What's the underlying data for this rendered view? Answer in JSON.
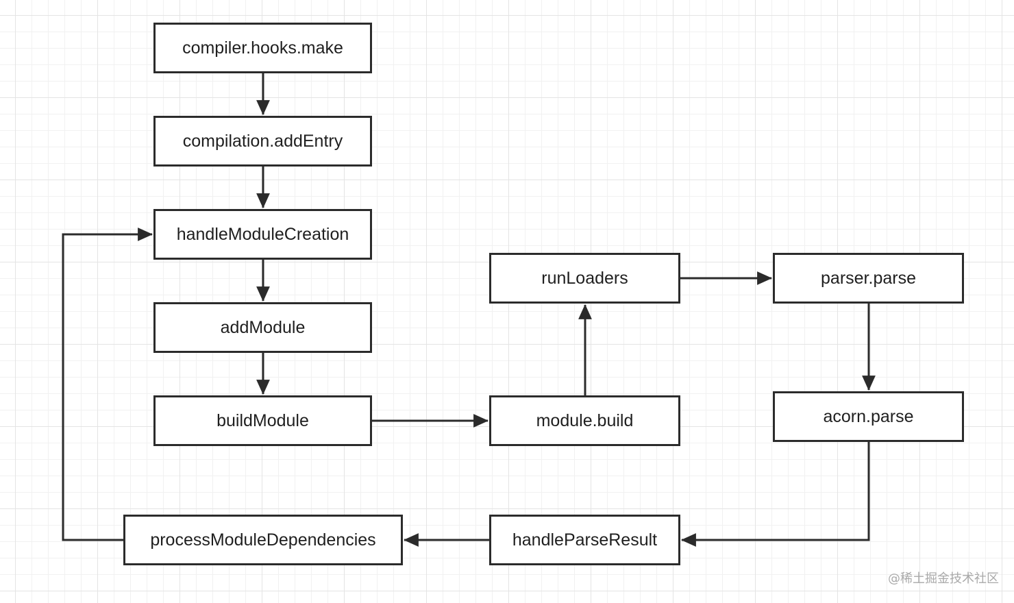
{
  "nodes": {
    "compiler_hooks_make": "compiler.hooks.make",
    "compilation_add_entry": "compilation.addEntry",
    "handle_module_creation": "handleModuleCreation",
    "add_module": "addModule",
    "build_module": "buildModule",
    "run_loaders": "runLoaders",
    "module_build": "module.build",
    "parser_parse": "parser.parse",
    "acorn_parse": "acorn.parse",
    "process_module_dependencies": "processModuleDependencies",
    "handle_parse_result": "handleParseResult"
  },
  "edges": [
    {
      "from": "compiler.hooks.make",
      "to": "compilation.addEntry"
    },
    {
      "from": "compilation.addEntry",
      "to": "handleModuleCreation"
    },
    {
      "from": "handleModuleCreation",
      "to": "addModule"
    },
    {
      "from": "addModule",
      "to": "buildModule"
    },
    {
      "from": "buildModule",
      "to": "module.build"
    },
    {
      "from": "module.build",
      "to": "runLoaders"
    },
    {
      "from": "runLoaders",
      "to": "parser.parse"
    },
    {
      "from": "parser.parse",
      "to": "acorn.parse"
    },
    {
      "from": "acorn.parse",
      "to": "handleParseResult"
    },
    {
      "from": "handleParseResult",
      "to": "processModuleDependencies"
    },
    {
      "from": "processModuleDependencies",
      "to": "handleModuleCreation"
    }
  ],
  "watermark": "@稀土掘金技术社区",
  "colors": {
    "stroke": "#2b2b2b",
    "grid": "#e4e4e4",
    "watermark": "#a9a9a9"
  }
}
